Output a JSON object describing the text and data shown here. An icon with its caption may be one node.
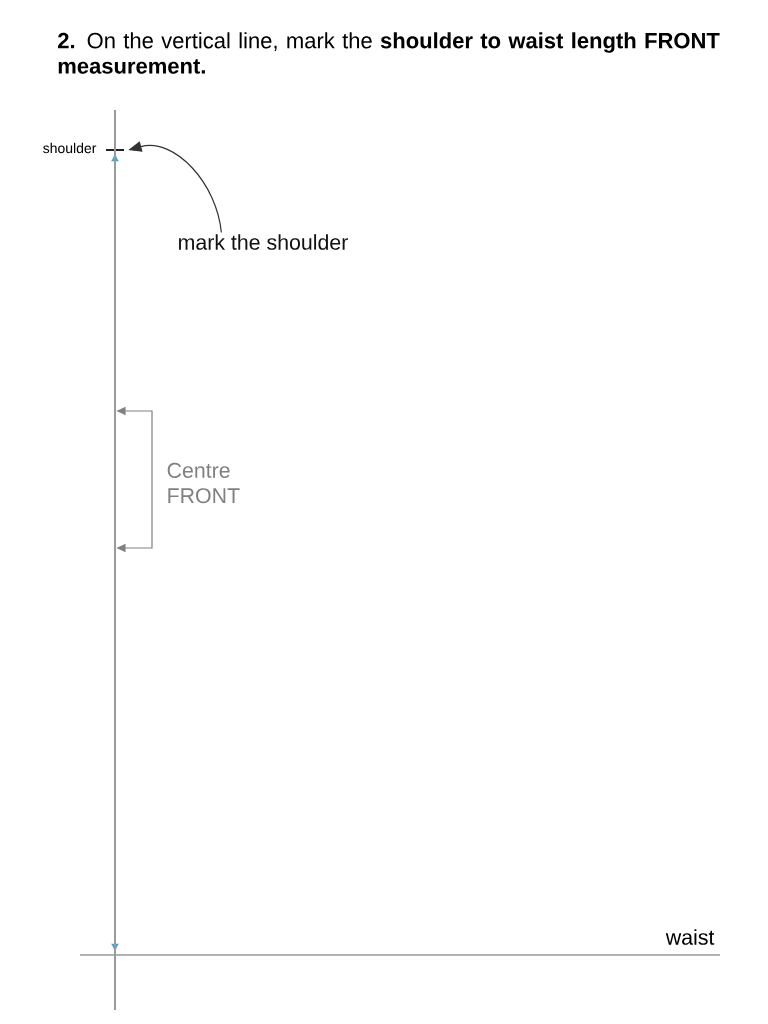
{
  "diagram": {
    "title": "**2.** On the vertical line, mark the **shoulder to waist length FRONT measurement.**",
    "nodes": [
      {
        "text": [
          "mark the shoulder"
        ]
      },
      {
        "text": [],
        "shape": "bar"
      },
      {
        "text": [
          "Centre FRONT"
        ]
      },
      {
        "text": [],
        "shape": "bar"
      }
    ],
    "edges": [
      {
        "from": 0,
        "to": 1,
        "arrow": "to",
        "color": "#333333"
      },
      {
        "from": 2,
        "to": 3,
        "arrow": "to",
        "color": "#808080"
      },
      {
        "from": 2,
        "to": 3,
        "arrow": "to",
        "color": "#808080"
      }
    ],
    "labels": [
      "shoulder",
      "waist"
    ]
  }
}
